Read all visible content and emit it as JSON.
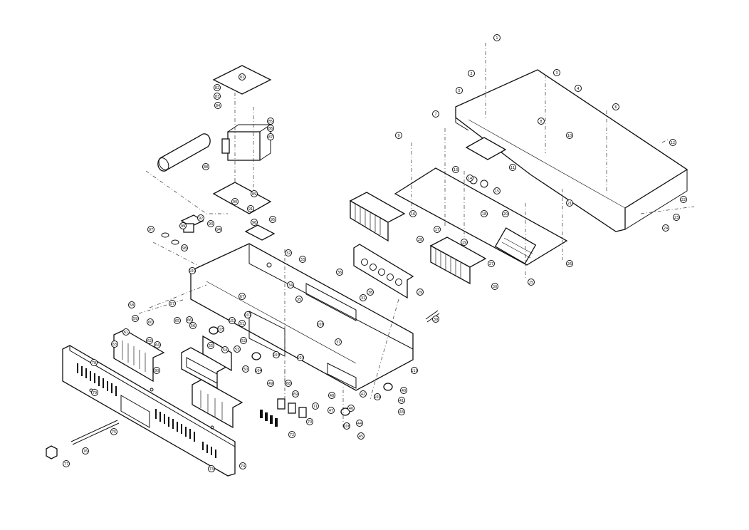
{
  "diagram": {
    "type": "exploded parts view",
    "callouts": [
      "1",
      "2",
      "3",
      "4",
      "5",
      "6",
      "7",
      "8",
      "9",
      "10",
      "11",
      "12",
      "13",
      "14",
      "15",
      "16",
      "17",
      "18",
      "19",
      "20",
      "21",
      "22",
      "23",
      "24",
      "25",
      "26",
      "27",
      "28",
      "29",
      "30",
      "31",
      "32",
      "33",
      "34",
      "35",
      "36",
      "37",
      "38",
      "39",
      "40",
      "41",
      "42",
      "43",
      "44",
      "45",
      "46",
      "47",
      "48",
      "49",
      "50",
      "51",
      "52",
      "53",
      "54",
      "55",
      "56",
      "57",
      "58",
      "59",
      "60",
      "61",
      "62",
      "63",
      "64",
      "65",
      "66",
      "67",
      "68",
      "69",
      "70",
      "71",
      "72",
      "73",
      "74",
      "75",
      "76",
      "77",
      "78",
      "79",
      "80",
      "81",
      "82",
      "83",
      "84",
      "85",
      "86",
      "87",
      "88",
      "89",
      "90",
      "91",
      "92",
      "93",
      "94",
      "95",
      "96",
      "97",
      "98",
      "99",
      "100",
      "101",
      "102",
      "103",
      "104",
      "105",
      "106",
      "107",
      "108",
      "109",
      "110"
    ]
  }
}
